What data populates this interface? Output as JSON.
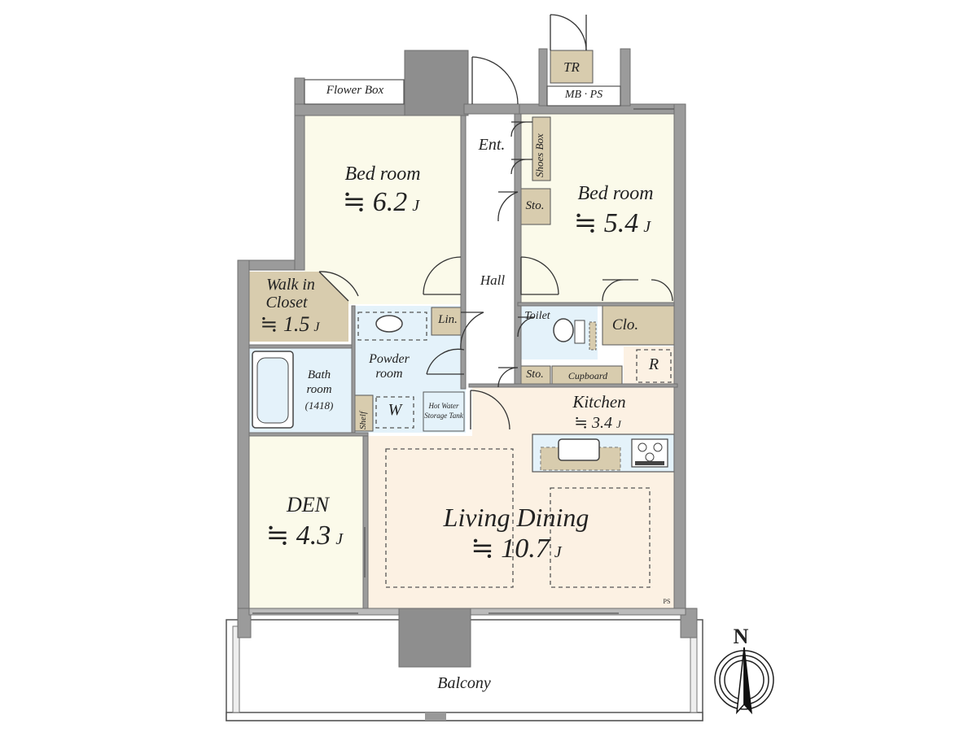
{
  "compass": {
    "north_label": "N"
  },
  "rooms": {
    "bedroom_west": {
      "name": "Bed room",
      "area": "≒ 6.2",
      "unit": "J"
    },
    "bedroom_east": {
      "name": "Bed room",
      "area": "≒ 5.4",
      "unit": "J"
    },
    "walk_in_closet": {
      "name_line1": "Walk in",
      "name_line2": "Closet",
      "area": "≒ 1.5",
      "unit": "J"
    },
    "den": {
      "name": "DEN",
      "area": "≒ 4.3",
      "unit": "J"
    },
    "living_dining": {
      "name": "Living Dining",
      "area": "≒ 10.7",
      "unit": "J"
    },
    "kitchen": {
      "name": "Kitchen",
      "area": "≒ 3.4",
      "unit": "J"
    },
    "bathroom": {
      "line1": "Bath",
      "line2": "room",
      "line3": "(1418)"
    },
    "powder_room": {
      "line1": "Powder",
      "line2": "room"
    }
  },
  "labels": {
    "flower_box": "Flower Box",
    "entrance": "Ent.",
    "shoes_box": "Shoes Box",
    "hall": "Hall",
    "storage_upper": "Sto.",
    "storage_lower": "Sto.",
    "linen": "Lin.",
    "toilet": "Toilet",
    "closet": "Clo.",
    "cupboard": "Cupboard",
    "refrigerator": "R",
    "shelf": "Shelf",
    "washer": "W",
    "hot_water_line1": "Hot Water",
    "hot_water_line2": "Storage Tank",
    "trunk_room": "TR",
    "mb_ps": "MB · PS",
    "pipe_space": "PS",
    "balcony": "Balcony"
  },
  "colors": {
    "bedroom_fill": "#fbfaea",
    "living_fill": "#fcf1e3",
    "wet_fill": "#e4f2fa",
    "storage_fill": "#d8ccae",
    "wall": "#9b9b9b",
    "wall_dark": "#8e8e8e",
    "line": "#333333"
  }
}
